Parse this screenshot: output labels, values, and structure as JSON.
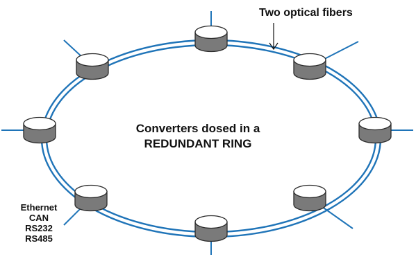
{
  "fiber_label": "Two optical fibers",
  "center_text": {
    "line1": "Converters dosed in a",
    "line2": "REDUNDANT RING"
  },
  "protocols": [
    "Ethernet",
    "CAN",
    "RS232",
    "RS485"
  ],
  "converter_count": 8,
  "colors": {
    "fiber": "#1f74b8",
    "converter_side": "#7a7a7a",
    "converter_top": "#ffffff",
    "outline": "#2a2a2a",
    "text": "#111111"
  }
}
